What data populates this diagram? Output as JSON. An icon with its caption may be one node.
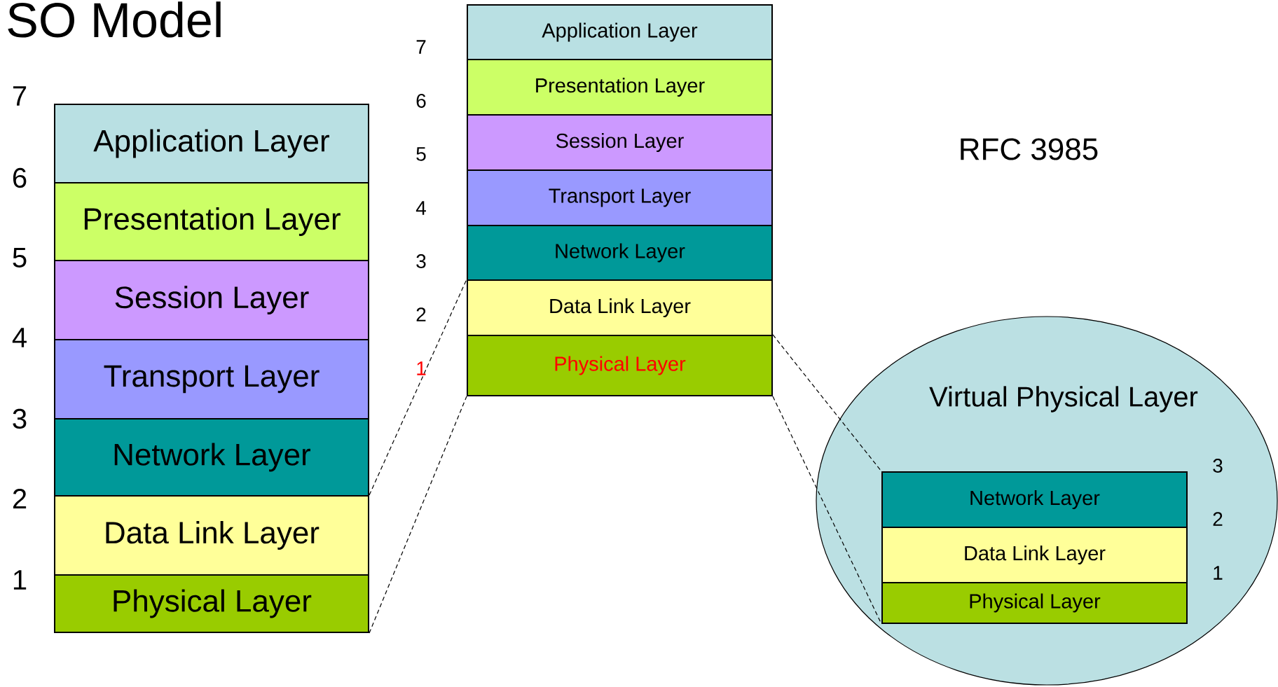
{
  "diagram": {
    "title": "SO Model",
    "nodes": [
      {
        "text": [
          "Application Layer"
        ]
      },
      {
        "text": [
          "Presentation Layer"
        ]
      },
      {
        "text": [
          "Session Layer"
        ]
      },
      {
        "text": [
          "Transport Layer"
        ]
      },
      {
        "text": [
          "Network Layer"
        ]
      },
      {
        "text": [
          "Data Link Layer"
        ]
      },
      {
        "text": [
          "Physical Layer"
        ]
      },
      {
        "text": [
          "Application Layer"
        ]
      },
      {
        "text": [
          "Presentation Layer"
        ]
      },
      {
        "text": [
          "Session Layer"
        ]
      },
      {
        "text": [
          "Transport Layer"
        ]
      },
      {
        "text": [
          "Network Layer"
        ]
      },
      {
        "text": [
          "Data Link Layer"
        ]
      },
      {
        "text": [
          "Physical Layer"
        ]
      },
      {
        "text": [
          "Virtual Physical Layer"
        ]
      },
      {
        "text": [
          "Network Layer"
        ],
        "in": 14
      },
      {
        "text": [
          "Data Link Layer"
        ],
        "in": 14
      },
      {
        "text": [
          "Physical Layer"
        ],
        "in": 14
      }
    ],
    "edges": [
      {
        "from": 5,
        "to": 12,
        "arrow": "none",
        "style": "dashed"
      },
      {
        "from": 6,
        "to": 13,
        "arrow": "none",
        "style": "dashed"
      },
      {
        "from": 13,
        "to": 15,
        "arrow": "none",
        "style": "dashed"
      },
      {
        "from": 13,
        "to": 17,
        "arrow": "none",
        "style": "dashed"
      }
    ],
    "labels": [
      "7",
      "6",
      "5",
      "4",
      "3",
      "2",
      "1",
      "7",
      "6",
      "5",
      "4",
      "3",
      "2",
      "1",
      "RFC 3985",
      "3",
      "2",
      "1"
    ]
  }
}
